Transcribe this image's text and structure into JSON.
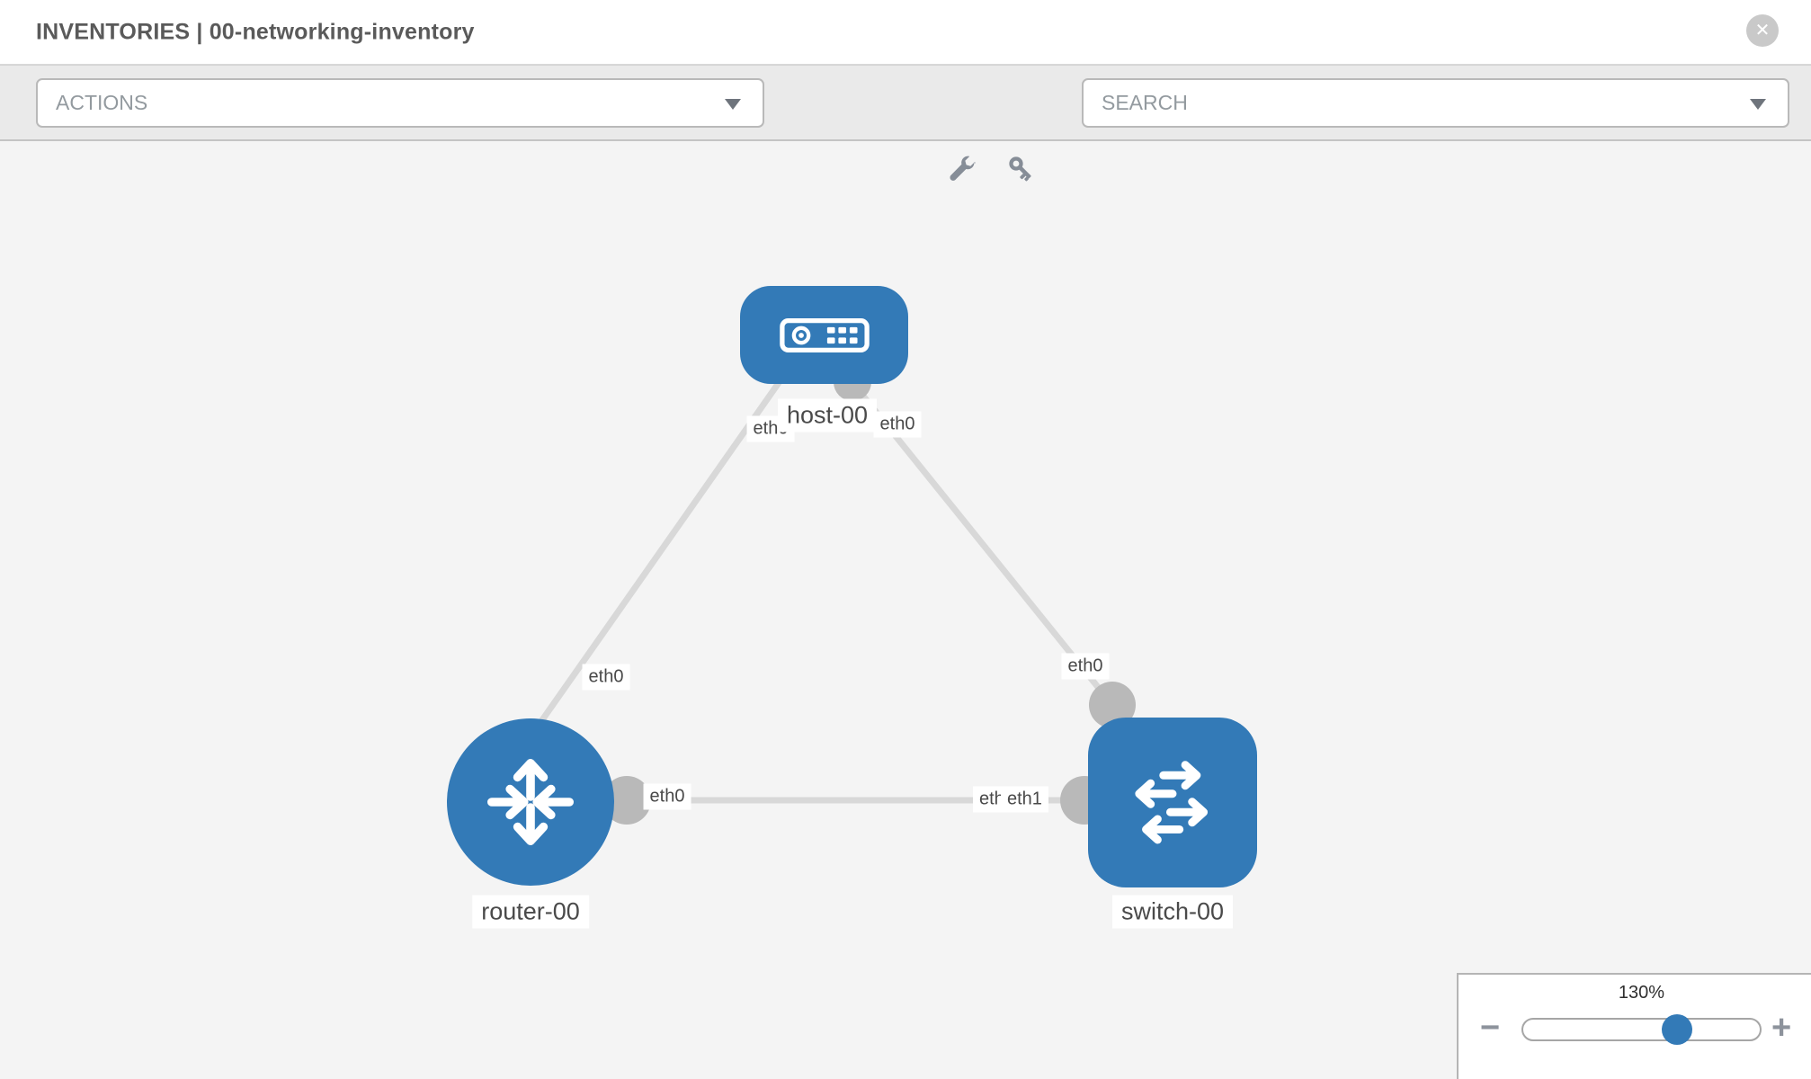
{
  "header": {
    "title": "INVENTORIES | 00-networking-inventory",
    "close_glyph": "✕"
  },
  "toolbar": {
    "actions_placeholder": "ACTIONS",
    "search_placeholder": "SEARCH",
    "icon_buttons": [
      "wrench-icon",
      "key-icon"
    ]
  },
  "topology": {
    "nodes": {
      "host": {
        "label": "host-00",
        "type": "host",
        "icon": "server-icon"
      },
      "router": {
        "label": "router-00",
        "type": "router",
        "icon": "router-arrows-icon"
      },
      "switch": {
        "label": "switch-00",
        "type": "switch",
        "icon": "switch-arrows-icon"
      }
    },
    "links": [
      {
        "from": "host-00",
        "to": "router-00"
      },
      {
        "from": "host-00",
        "to": "switch-00"
      },
      {
        "from": "router-00",
        "to": "switch-00"
      }
    ],
    "interface_labels": {
      "host_left": "eth0",
      "host_right": "eth0",
      "router_top": "eth0",
      "switch_top": "eth0",
      "mid_router_side": "eth0",
      "mid_switch_side": "eth1",
      "mid_switch_side_occluded": "eth0"
    }
  },
  "zoom_control": {
    "level": "130%",
    "minus_glyph": "−",
    "plus_glyph": "+",
    "percent": 65
  },
  "colors": {
    "node_blue": "#337ab7",
    "link_gray": "#d8d8d8",
    "interface_gray": "#b9b9b9",
    "canvas_bg": "#f4f4f4",
    "toolbar_bg": "#eaeaea"
  }
}
